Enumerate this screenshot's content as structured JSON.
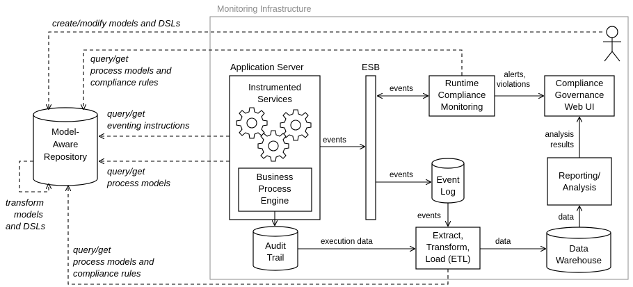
{
  "frame_title": "Monitoring Infrastructure",
  "nodes": {
    "repository": [
      "Model-",
      "Aware",
      "Repository"
    ],
    "app_server": "Application Server",
    "instrumented": [
      "Instrumented",
      "Services"
    ],
    "bpe": [
      "Business",
      "Process",
      "Engine"
    ],
    "esb": "ESB",
    "rcm": [
      "Runtime",
      "Compliance",
      "Monitoring"
    ],
    "cgui": [
      "Compliance",
      "Governance",
      "Web UI"
    ],
    "event_log": [
      "Event",
      "Log"
    ],
    "audit": [
      "Audit",
      "Trail"
    ],
    "etl": [
      "Extract,",
      "Transform,",
      "Load (ETL)"
    ],
    "reporting": [
      "Reporting/",
      "Analysis"
    ],
    "dw": [
      "Data",
      "Warehouse"
    ]
  },
  "edge_labels": {
    "create_modify": "create/modify models and DSLs",
    "query_rules_top": [
      "query/get",
      "process models and",
      "compliance rules"
    ],
    "query_eventing": [
      "query/get",
      "eventing instructions"
    ],
    "query_models": [
      "query/get",
      "process models"
    ],
    "transform": [
      "transform",
      "models",
      "and DSLs"
    ],
    "query_rules_bottom": [
      "query/get",
      "process models and",
      "compliance rules"
    ],
    "events_app_esb": "events",
    "events_esb_rcm": "events",
    "events_esb_log": "events",
    "events_log_etl": "events",
    "alerts": [
      "alerts,",
      "violations"
    ],
    "analysis_results": [
      "analysis",
      "results"
    ],
    "execution_data": "execution data",
    "data_etl_dw": "data",
    "data_dw_rep": "data"
  }
}
